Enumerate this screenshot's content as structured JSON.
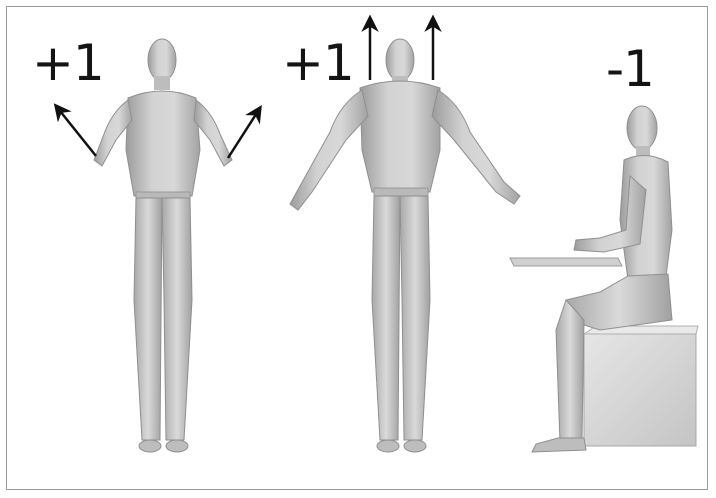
{
  "panels": [
    {
      "id": "arms-raised-sideways",
      "score": "+1"
    },
    {
      "id": "arms-raised-overhead",
      "score": "+1"
    },
    {
      "id": "seated-at-table",
      "score": "-1"
    }
  ],
  "colors": {
    "figure_fill": "#c8c8c8",
    "figure_shadow": "#a9a9a9",
    "arrow": "#111111",
    "stool": "#d6d6d6",
    "border": "#9a9a9a"
  }
}
